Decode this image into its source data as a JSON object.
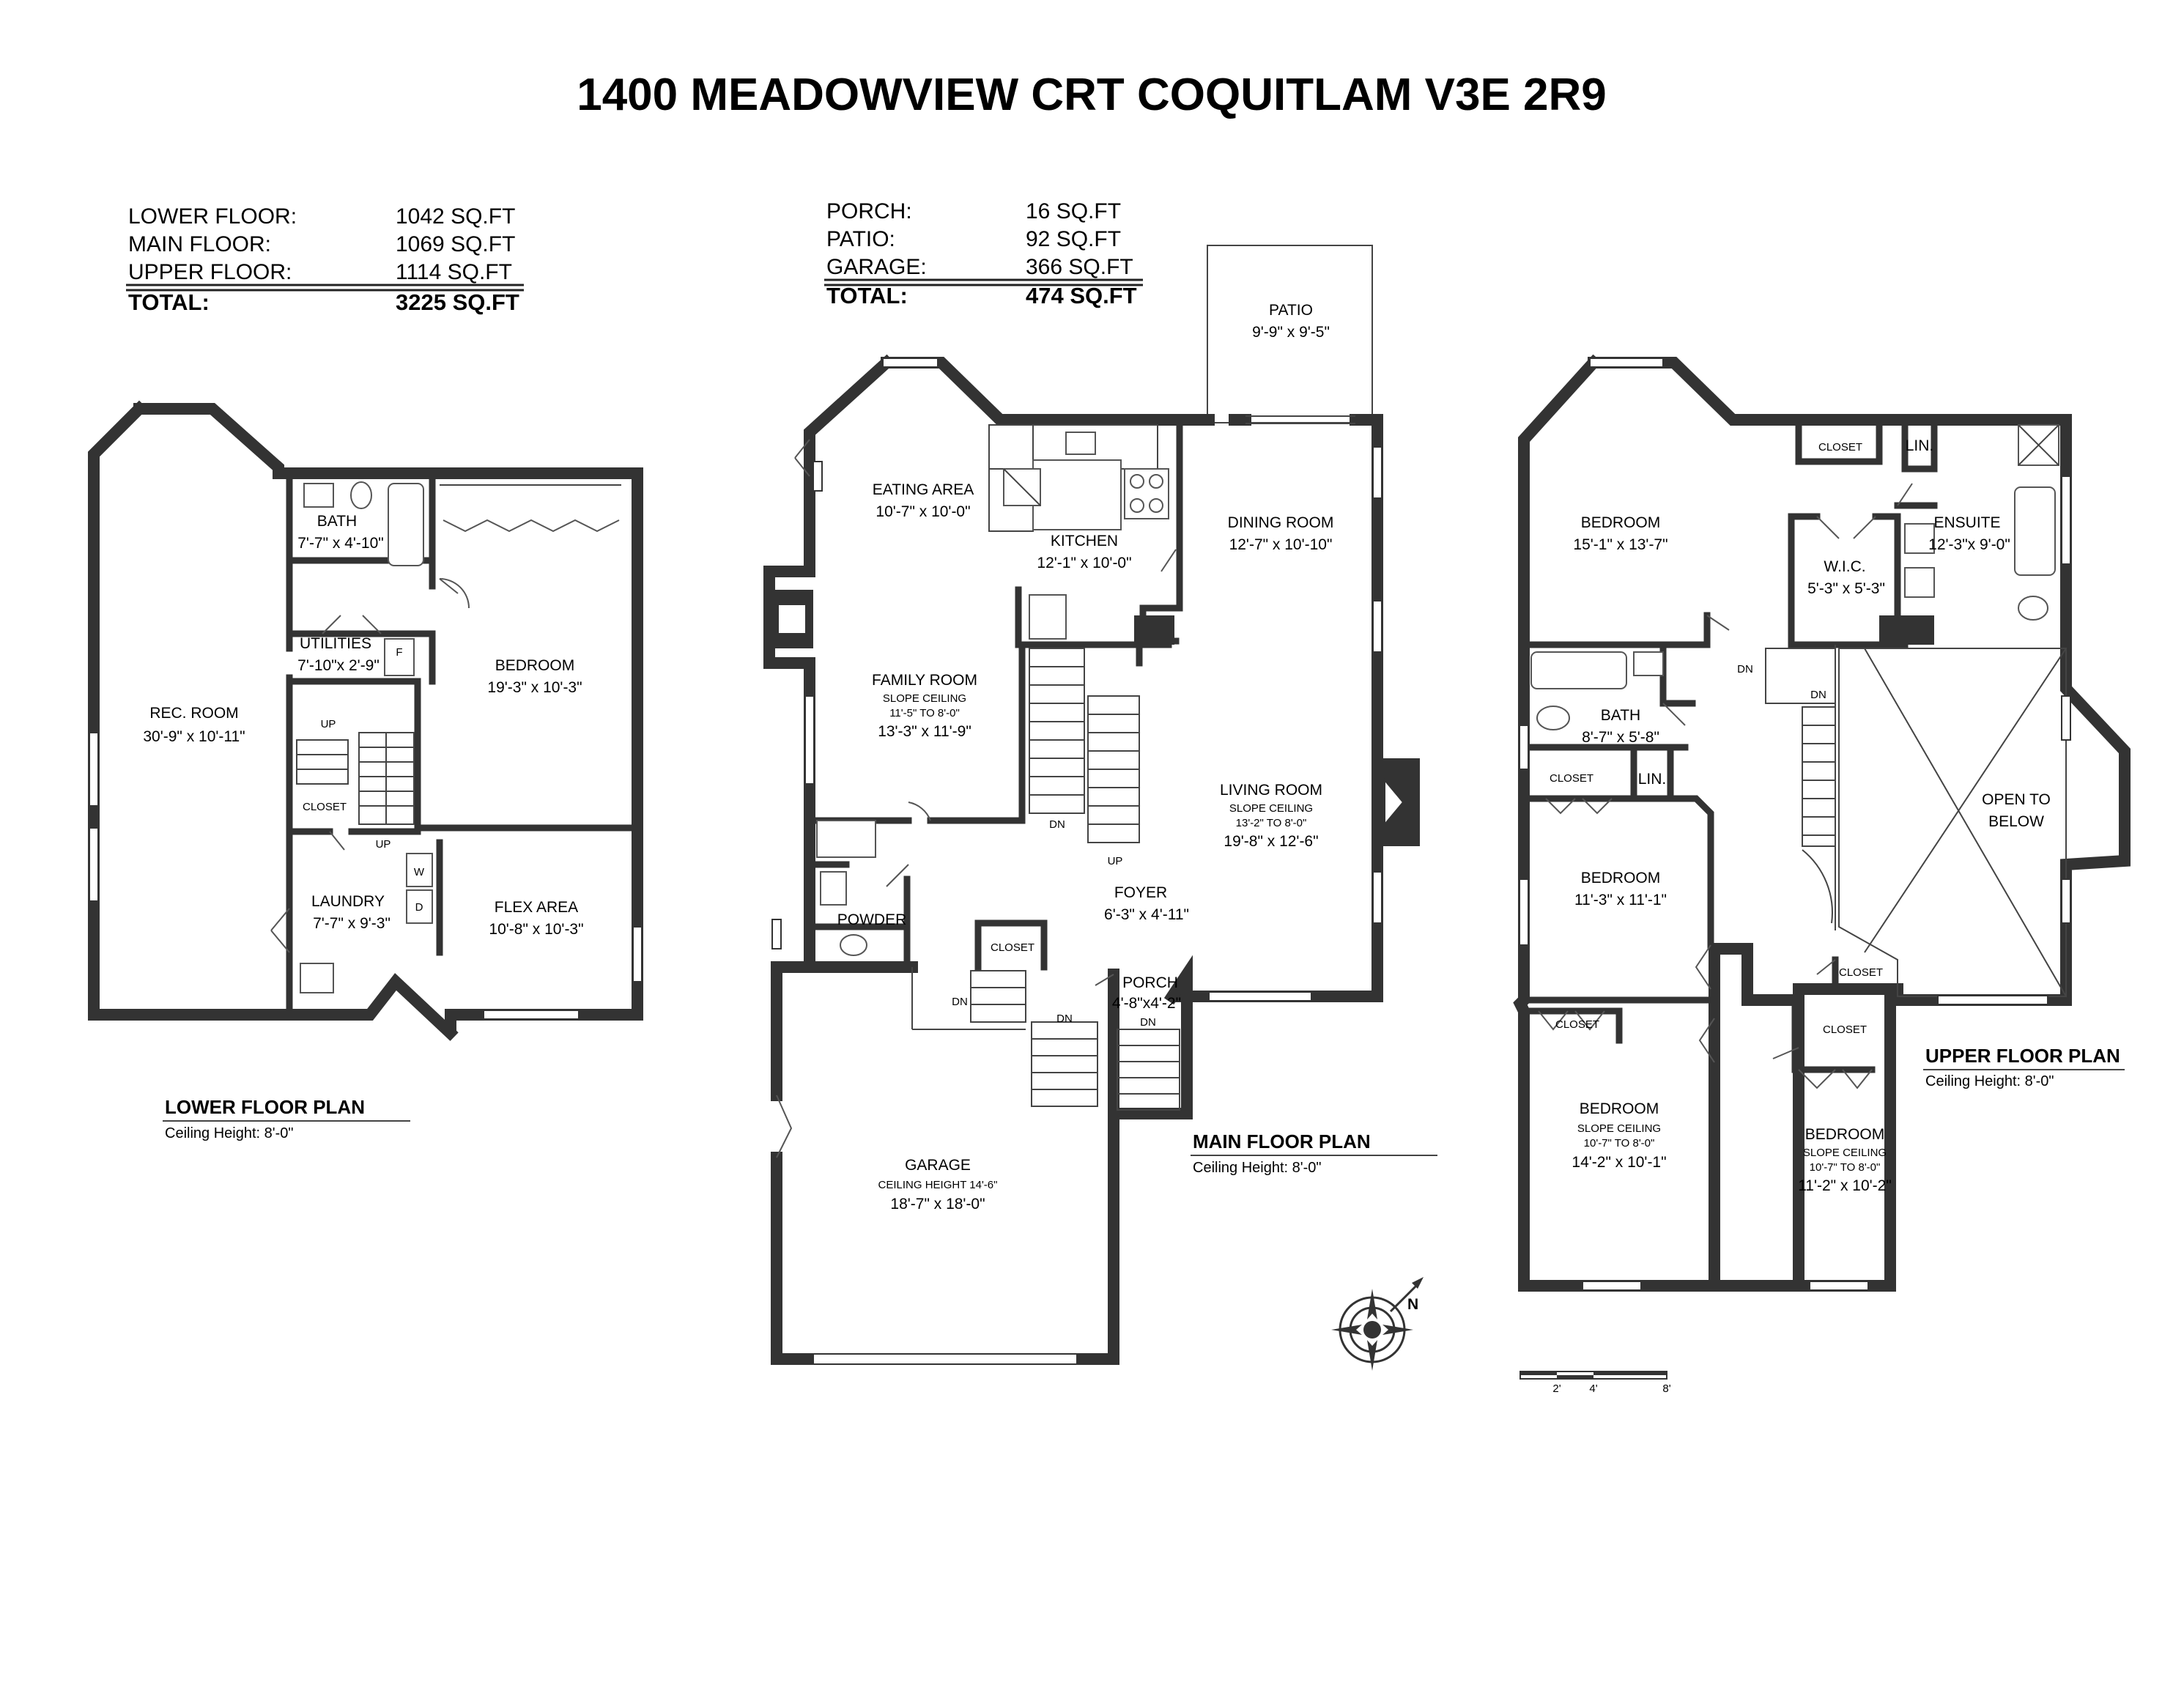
{
  "title": "1400 MEADOWVIEW CRT COQUITLAM V3E 2R9",
  "areas_left": {
    "rows": [
      {
        "label": "LOWER FLOOR:",
        "value": "1042 SQ.FT"
      },
      {
        "label": "MAIN FLOOR:",
        "value": "1069 SQ.FT"
      },
      {
        "label": "UPPER FLOOR:",
        "value": "1114 SQ.FT"
      }
    ],
    "total_label": "TOTAL:",
    "total_value": "3225 SQ.FT"
  },
  "areas_mid": {
    "rows": [
      {
        "label": "PORCH:",
        "value": "16 SQ.FT"
      },
      {
        "label": "PATIO:",
        "value": "92 SQ.FT"
      },
      {
        "label": "GARAGE:",
        "value": "366 SQ.FT"
      }
    ],
    "total_label": "TOTAL:",
    "total_value": "474 SQ.FT"
  },
  "lower": {
    "plan_title": "LOWER FLOOR PLAN",
    "ceiling": "Ceiling Height: 8'-0\"",
    "rooms": {
      "rec_room": {
        "name": "REC. ROOM",
        "dim": "30'-9\" x 10'-11\""
      },
      "bath": {
        "name": "BATH",
        "dim": "7'-7\" x 4'-10\""
      },
      "utilities": {
        "name": "UTILITIES",
        "dim": "7'-10\"x 2'-9\""
      },
      "bedroom": {
        "name": "BEDROOM",
        "dim": "19'-3\" x 10'-3\""
      },
      "closet": {
        "name": "CLOSET"
      },
      "laundry": {
        "name": "LAUNDRY",
        "dim": "7'-7\" x 9'-3\""
      },
      "flex": {
        "name": "FLEX AREA",
        "dim": "10'-8\" x 10'-3\""
      }
    },
    "marks": {
      "up1": "UP",
      "up2": "UP",
      "w": "W",
      "d": "D",
      "f": "F"
    }
  },
  "main": {
    "plan_title": "MAIN FLOOR PLAN",
    "ceiling": "Ceiling Height: 8'-0\"",
    "rooms": {
      "patio": {
        "name": "PATIO",
        "dim": "9'-9\" x 9'-5\""
      },
      "eating": {
        "name": "EATING AREA",
        "dim": "10'-7\" x 10'-0\""
      },
      "kitchen": {
        "name": "KITCHEN",
        "dim": "12'-1\" x 10'-0\""
      },
      "dining": {
        "name": "DINING ROOM",
        "dim": "12'-7\"  x 10'-10\""
      },
      "family": {
        "name": "FAMILY ROOM",
        "note1": "SLOPE  CEILING",
        "note2": "11'-5\" TO 8'-0\"",
        "dim": "13'-3\" x 11'-9\""
      },
      "living": {
        "name": "LIVING ROOM",
        "note1": "SLOPE  CEILING",
        "note2": "13'-2\" TO 8'-0\"",
        "dim": "19'-8\" x 12'-6\""
      },
      "foyer": {
        "name": "FOYER",
        "dim": "6'-3\" x 4'-11\""
      },
      "powder": {
        "name": "POWDER"
      },
      "closet": {
        "name": "CLOSET"
      },
      "porch": {
        "name": "PORCH",
        "dim": "4'-8\"x4'-2\""
      },
      "garage": {
        "name": "GARAGE",
        "note1": "CEILING HEIGHT 14'-6\"",
        "dim": "18'-7\"  x  18'-0\""
      }
    },
    "marks": {
      "dn1": "DN",
      "up1": "UP",
      "dn2": "DN",
      "dn3": "DN",
      "dn4": "DN"
    }
  },
  "upper": {
    "plan_title": "UPPER FLOOR PLAN",
    "ceiling": "Ceiling Height: 8'-0\"",
    "rooms": {
      "bed_master": {
        "name": "BEDROOM",
        "dim": "15'-1\" x 13'-7\""
      },
      "closet1": {
        "name": "CLOSET"
      },
      "lin1": {
        "name": "LIN."
      },
      "ensuite": {
        "name": "ENSUITE",
        "dim": "12'-3\"x 9'-0\""
      },
      "wic": {
        "name": "W.I.C.",
        "dim": "5'-3\"  x  5'-3\""
      },
      "bath": {
        "name": "BATH",
        "dim": "8'-7\"  x  5'-8\""
      },
      "closet2": {
        "name": "CLOSET"
      },
      "lin2": {
        "name": "LIN."
      },
      "bed2": {
        "name": "BEDROOM",
        "dim": "11'-3\" x 11'-1\""
      },
      "open": {
        "name1": "OPEN TO",
        "name2": "BELOW"
      },
      "closet3": {
        "name": "CLOSET"
      },
      "closet4": {
        "name": "CLOSET"
      },
      "closet5": {
        "name": "CLOSET"
      },
      "bed3": {
        "name": "BEDROOM",
        "note1": "SLOPE  CEILING",
        "note2": "10'-7\" TO 8'-0\"",
        "dim": "14'-2\" x 10'-1\""
      },
      "bed4": {
        "name": "BEDROOM",
        "note1": "SLOPE  CEILING",
        "note2": "10'-7\" TO 8'-0\"",
        "dim": "11'-2\" x 10'-2\""
      }
    },
    "marks": {
      "dn1": "DN",
      "dn2": "DN"
    }
  },
  "scale": {
    "labels": [
      "2'",
      "4'",
      "8'"
    ]
  },
  "compass": {
    "north": "N"
  }
}
